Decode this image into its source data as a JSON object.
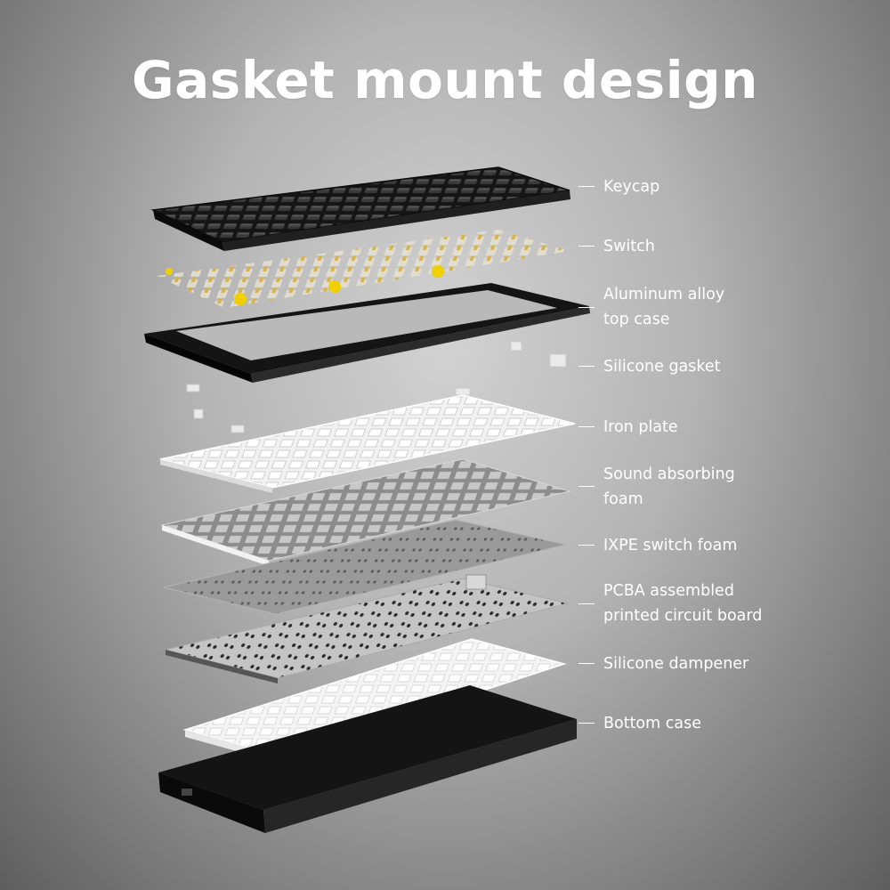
{
  "title": "Gasket mount design",
  "colors": {
    "background": "#b4b4b4",
    "title_text": "#ffffff",
    "label_text": "#ffffff",
    "keycap": "#1a1a1a",
    "switch_accent": "#e8c800",
    "top_case": "#111111",
    "foam": "#8e8e8e",
    "pcb": "#c2c2c2",
    "dampener": "#f4f4f4",
    "bottom_case": "#0e0e0e"
  },
  "layers": [
    {
      "id": "keycap",
      "label": [
        "Keycap"
      ]
    },
    {
      "id": "switch",
      "label": [
        "Switch"
      ]
    },
    {
      "id": "top-case",
      "label": [
        "Aluminum alloy",
        "top case"
      ]
    },
    {
      "id": "gasket",
      "label": [
        "Silicone gasket"
      ]
    },
    {
      "id": "iron-plate",
      "label": [
        "Iron plate"
      ]
    },
    {
      "id": "sound-foam",
      "label": [
        "Sound absorbing",
        "foam"
      ]
    },
    {
      "id": "ixpe-foam",
      "label": [
        "IXPE switch foam"
      ]
    },
    {
      "id": "pcba",
      "label": [
        "PCBA assembled",
        "printed circuit board"
      ]
    },
    {
      "id": "dampener",
      "label": [
        "Silicone dampener"
      ]
    },
    {
      "id": "bottom-case",
      "label": [
        "Bottom case"
      ]
    }
  ]
}
